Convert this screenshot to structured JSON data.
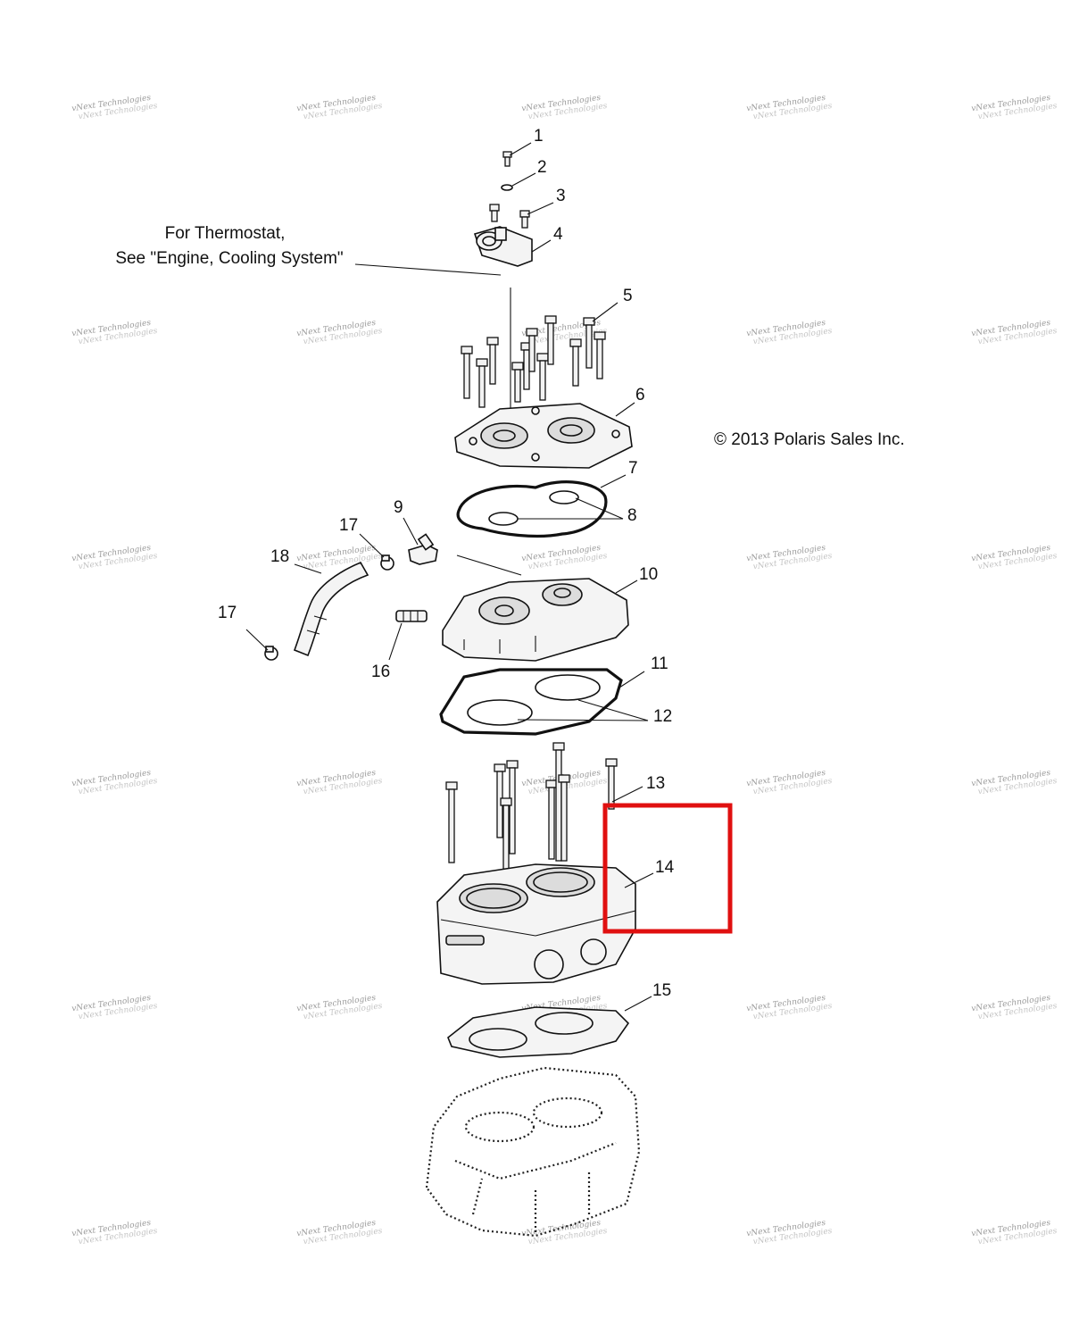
{
  "copyright": "© 2013 Polaris Sales Inc.",
  "thermostat_note": {
    "line1": "For Thermostat,",
    "line2": "See \"Engine, Cooling System\""
  },
  "watermark_text": [
    "vNext Technologies",
    "vNext Technologies"
  ],
  "callouts": {
    "c1": "1",
    "c2": "2",
    "c3": "3",
    "c4": "4",
    "c5": "5",
    "c6": "6",
    "c7": "7",
    "c8": "8",
    "c9": "9",
    "c10": "10",
    "c11": "11",
    "c12": "12",
    "c13": "13",
    "c14": "14",
    "c15": "15",
    "c16": "16",
    "c17a": "17",
    "c17b": "17",
    "c18": "18"
  },
  "highlight_color": "#e01010"
}
